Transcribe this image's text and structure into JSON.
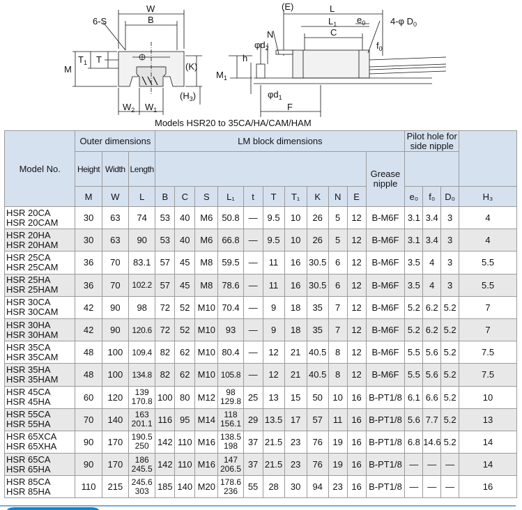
{
  "diagram": {
    "caption": "Models HSR20 to 35CA/HA/CAM/HAM",
    "labels": {
      "W": "W",
      "B": "B",
      "six_s": "6-S",
      "T1": "T",
      "T1_sub": "1",
      "T": "T",
      "M": "M",
      "K": "(K)",
      "H3": "(H",
      "H3_sub": "3",
      "H3_close": ")",
      "W2": "W",
      "W2_sub": "2",
      "W1": "W",
      "W1_sub": "1",
      "E": "(E)",
      "L": "L",
      "L1": "L",
      "L1_sub": "1",
      "C": "C",
      "e0": "e",
      "e0_sub": "0",
      "D0": "4-φ D",
      "D0_sub": "0",
      "N": "N",
      "d2": "φd",
      "d2_sub": "2",
      "f0": "f",
      "f0_sub": "0",
      "h": "h",
      "M1": "M",
      "M1_sub": "1",
      "d1": "φd",
      "d1_sub": "1",
      "F": "F"
    }
  },
  "table": {
    "model_header": "Model No.",
    "outer_header": "Outer dimensions",
    "lm_header": "LM block dimensions",
    "pilot_header": "Pilot hole for side nipple",
    "sub_height": "Height",
    "sub_width": "Width",
    "sub_length": "Length",
    "grease_header": "Grease nipple",
    "sym": {
      "M": "M",
      "W": "W",
      "L": "L",
      "B": "B",
      "C": "C",
      "S": "S",
      "L1": "L₁",
      "t": "t",
      "T": "T",
      "T1": "T₁",
      "K": "K",
      "N": "N",
      "E": "E",
      "e0": "e₀",
      "f0": "f₀",
      "D0": "D₀",
      "H3": "H₃"
    },
    "rows": [
      {
        "m1": "HSR 20CA",
        "m2": "HSR 20CAM",
        "M": "30",
        "W": "63",
        "L": "74",
        "L_2": "",
        "B": "53",
        "C": "40",
        "S": "M6",
        "L1": "50.8",
        "L1_2": "",
        "t": "—",
        "T": "9.5",
        "T1": "10",
        "K": "26",
        "N": "5",
        "E": "12",
        "grease": "B-M6F",
        "e0": "3.1",
        "f0": "3.4",
        "D0": "3",
        "H3": "4"
      },
      {
        "m1": "HSR 20HA",
        "m2": "HSR 20HAM",
        "M": "30",
        "W": "63",
        "L": "90",
        "L_2": "",
        "B": "53",
        "C": "40",
        "S": "M6",
        "L1": "66.8",
        "L1_2": "",
        "t": "—",
        "T": "9.5",
        "T1": "10",
        "K": "26",
        "N": "5",
        "E": "12",
        "grease": "B-M6F",
        "e0": "3.1",
        "f0": "3.4",
        "D0": "3",
        "H3": "4"
      },
      {
        "m1": "HSR 25CA",
        "m2": "HSR 25CAM",
        "M": "36",
        "W": "70",
        "L": "83.1",
        "L_2": "",
        "B": "57",
        "C": "45",
        "S": "M8",
        "L1": "59.5",
        "L1_2": "",
        "t": "—",
        "T": "11",
        "T1": "16",
        "K": "30.5",
        "N": "6",
        "E": "12",
        "grease": "B-M6F",
        "e0": "3.5",
        "f0": "4",
        "D0": "3",
        "H3": "5.5"
      },
      {
        "m1": "HSR 25HA",
        "m2": "HSR 25HAM",
        "M": "36",
        "W": "70",
        "L": "102.2",
        "L_2": "",
        "B": "57",
        "C": "45",
        "S": "M8",
        "L1": "78.6",
        "L1_2": "",
        "t": "—",
        "T": "11",
        "T1": "16",
        "K": "30.5",
        "N": "6",
        "E": "12",
        "grease": "B-M6F",
        "e0": "3.5",
        "f0": "4",
        "D0": "3",
        "H3": "5.5"
      },
      {
        "m1": "HSR 30CA",
        "m2": "HSR 30CAM",
        "M": "42",
        "W": "90",
        "L": "98",
        "L_2": "",
        "B": "72",
        "C": "52",
        "S": "M10",
        "L1": "70.4",
        "L1_2": "",
        "t": "—",
        "T": "9",
        "T1": "18",
        "K": "35",
        "N": "7",
        "E": "12",
        "grease": "B-M6F",
        "e0": "5.2",
        "f0": "6.2",
        "D0": "5.2",
        "H3": "7"
      },
      {
        "m1": "HSR 30HA",
        "m2": "HSR 30HAM",
        "M": "42",
        "W": "90",
        "L": "120.6",
        "L_2": "",
        "B": "72",
        "C": "52",
        "S": "M10",
        "L1": "93",
        "L1_2": "",
        "t": "—",
        "T": "9",
        "T1": "18",
        "K": "35",
        "N": "7",
        "E": "12",
        "grease": "B-M6F",
        "e0": "5.2",
        "f0": "6.2",
        "D0": "5.2",
        "H3": "7"
      },
      {
        "m1": "HSR 35CA",
        "m2": "HSR 35CAM",
        "M": "48",
        "W": "100",
        "L": "109.4",
        "L_2": "",
        "B": "82",
        "C": "62",
        "S": "M10",
        "L1": "80.4",
        "L1_2": "",
        "t": "—",
        "T": "12",
        "T1": "21",
        "K": "40.5",
        "N": "8",
        "E": "12",
        "grease": "B-M6F",
        "e0": "5.5",
        "f0": "5.6",
        "D0": "5.2",
        "H3": "7.5"
      },
      {
        "m1": "HSR 35HA",
        "m2": "HSR 35HAM",
        "M": "48",
        "W": "100",
        "L": "134.8",
        "L_2": "",
        "B": "82",
        "C": "62",
        "S": "M10",
        "L1": "105.8",
        "L1_2": "",
        "t": "—",
        "T": "12",
        "T1": "21",
        "K": "40.5",
        "N": "8",
        "E": "12",
        "grease": "B-M6F",
        "e0": "5.5",
        "f0": "5.6",
        "D0": "5.2",
        "H3": "7.5"
      },
      {
        "m1": "HSR 45CA",
        "m2": "HSR 45HA",
        "M": "60",
        "W": "120",
        "L": "139",
        "L_2": "170.8",
        "B": "100",
        "C": "80",
        "S": "M12",
        "L1": "98",
        "L1_2": "129.8",
        "t": "25",
        "T": "13",
        "T1": "15",
        "K": "50",
        "N": "10",
        "E": "16",
        "grease": "B-PT1/8",
        "e0": "6.1",
        "f0": "6.6",
        "D0": "5.2",
        "H3": "10"
      },
      {
        "m1": "HSR 55CA",
        "m2": "HSR 55HA",
        "M": "70",
        "W": "140",
        "L": "163",
        "L_2": "201.1",
        "B": "116",
        "C": "95",
        "S": "M14",
        "L1": "118",
        "L1_2": "156.1",
        "t": "29",
        "T": "13.5",
        "T1": "17",
        "K": "57",
        "N": "11",
        "E": "16",
        "grease": "B-PT1/8",
        "e0": "5.6",
        "f0": "7.7",
        "D0": "5.2",
        "H3": "13"
      },
      {
        "m1": "HSR 65XCA",
        "m2": "HSR 65XHA",
        "M": "90",
        "W": "170",
        "L": "190.5",
        "L_2": "250",
        "B": "142",
        "C": "110",
        "S": "M16",
        "L1": "138.5",
        "L1_2": "198",
        "t": "37",
        "T": "21.5",
        "T1": "23",
        "K": "76",
        "N": "19",
        "E": "16",
        "grease": "B-PT1/8",
        "e0": "6.8",
        "f0": "14.6",
        "D0": "5.2",
        "H3": "14"
      },
      {
        "m1": "HSR 65CA",
        "m2": "HSR 65HA",
        "M": "90",
        "W": "170",
        "L": "186",
        "L_2": "245.5",
        "B": "142",
        "C": "110",
        "S": "M16",
        "L1": "147",
        "L1_2": "206.5",
        "t": "37",
        "T": "21.5",
        "T1": "23",
        "K": "76",
        "N": "19",
        "E": "16",
        "grease": "B-PT1/8",
        "e0": "—",
        "f0": "—",
        "D0": "—",
        "H3": "14"
      },
      {
        "m1": "HSR 85CA",
        "m2": "HSR 85HA",
        "M": "110",
        "W": "215",
        "L": "245.6",
        "L_2": "303",
        "B": "185",
        "C": "140",
        "S": "M20",
        "L1": "178.6",
        "L1_2": "236",
        "t": "55",
        "T": "28",
        "T1": "30",
        "K": "94",
        "N": "23",
        "E": "16",
        "grease": "B-PT1/8",
        "e0": "—",
        "f0": "—",
        "D0": "—",
        "H3": "16"
      }
    ]
  },
  "colors": {
    "header_bg": "#d6e1f0",
    "stripe": "#e8e8e8",
    "accent": "#1e7fc8",
    "line": "#9a9a9a"
  }
}
